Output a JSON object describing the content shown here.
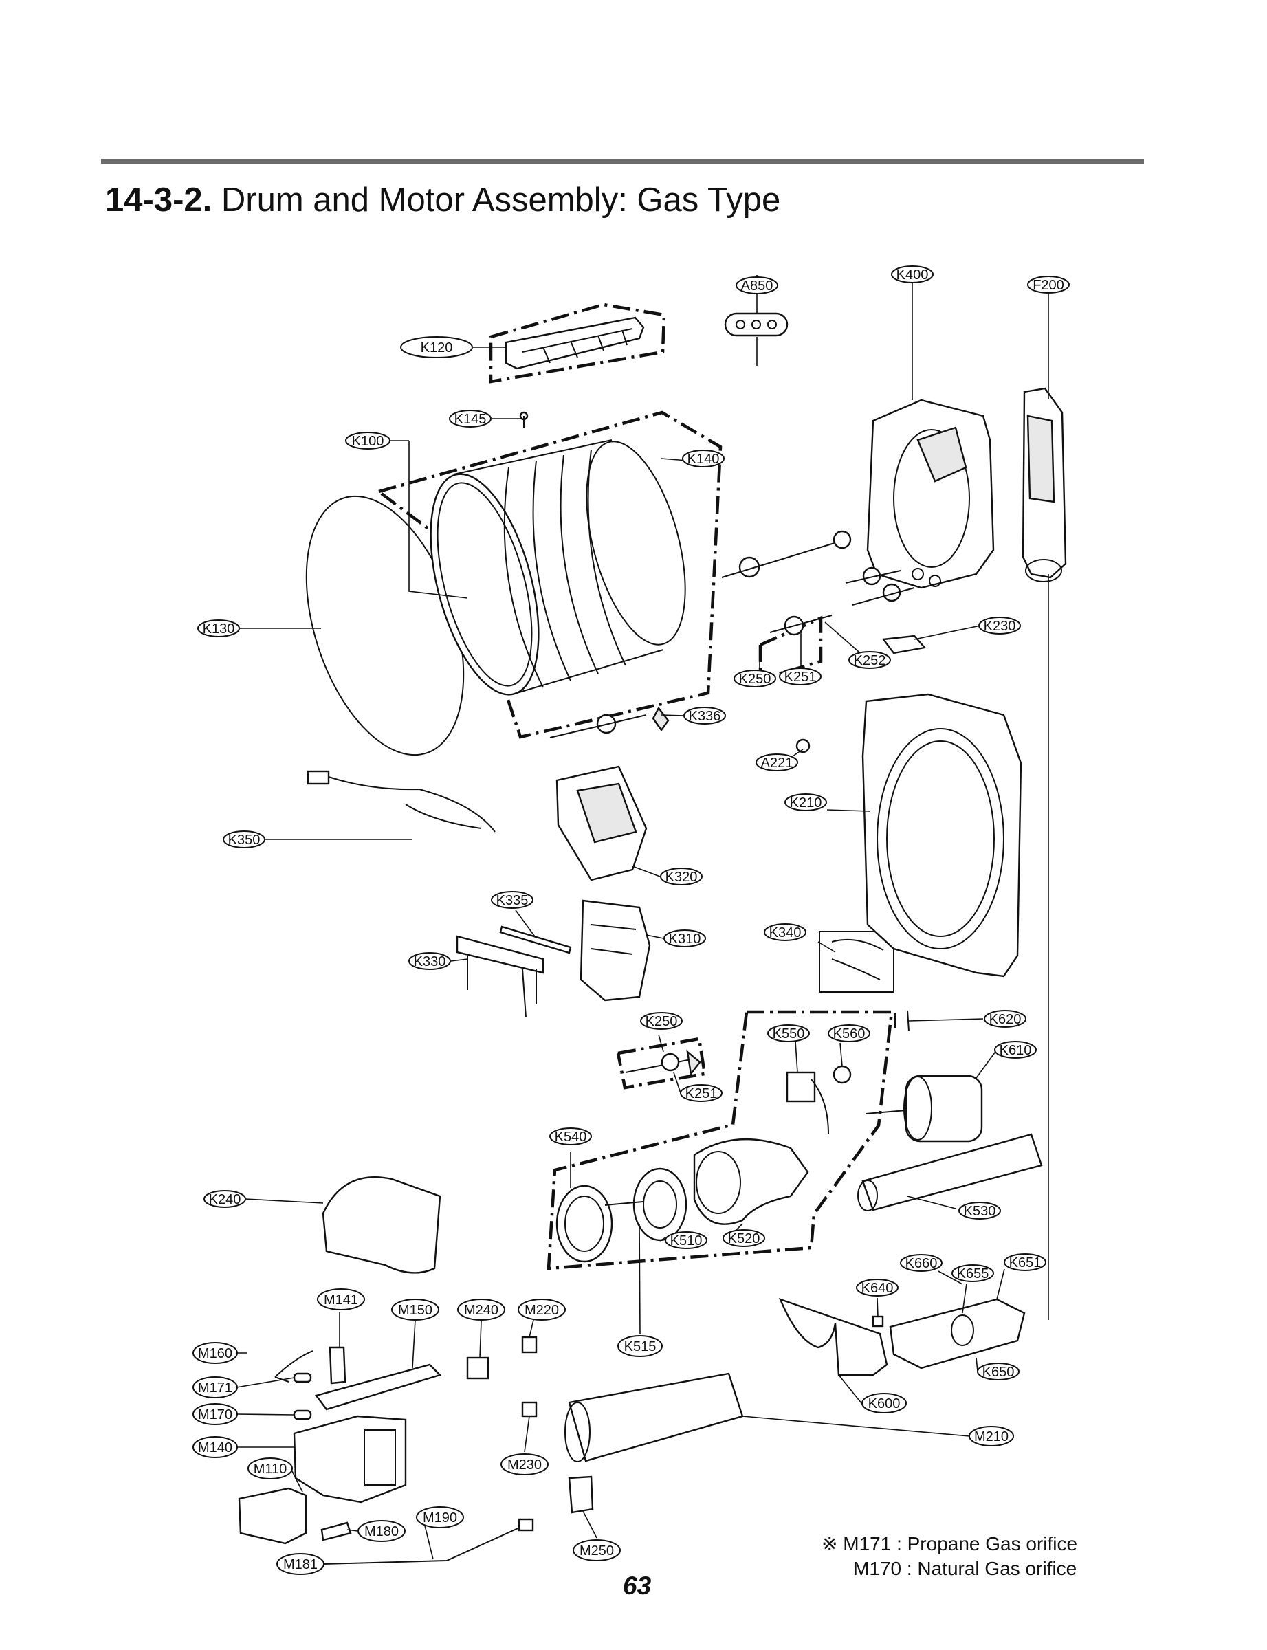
{
  "header": {
    "section_number": "14-3-2.",
    "section_title": "Drum and Motor Assembly: Gas Type"
  },
  "part_labels": [
    "K400",
    "F200",
    "K120",
    "A850",
    "K145",
    "K100",
    "K140",
    "K130",
    "K230",
    "K252",
    "K250",
    "K251",
    "K336",
    "A221",
    "K210",
    "K350",
    "K320",
    "K335",
    "K310",
    "K340",
    "K330",
    "K250",
    "K550",
    "K560",
    "K620",
    "K610",
    "K251",
    "K540",
    "K240",
    "K530",
    "K510",
    "K520",
    "K660",
    "K651",
    "K655",
    "K640",
    "M141",
    "M150",
    "M240",
    "M220",
    "M160",
    "K515",
    "M171",
    "K650",
    "M170",
    "K600",
    "M140",
    "M210",
    "M230",
    "M110",
    "M190",
    "M180",
    "M250",
    "M181"
  ],
  "notes": {
    "symbol": "※",
    "line1": "M171 : Propane Gas orifice",
    "line2": "M170 : Natural Gas orifice"
  },
  "page_number": "63"
}
